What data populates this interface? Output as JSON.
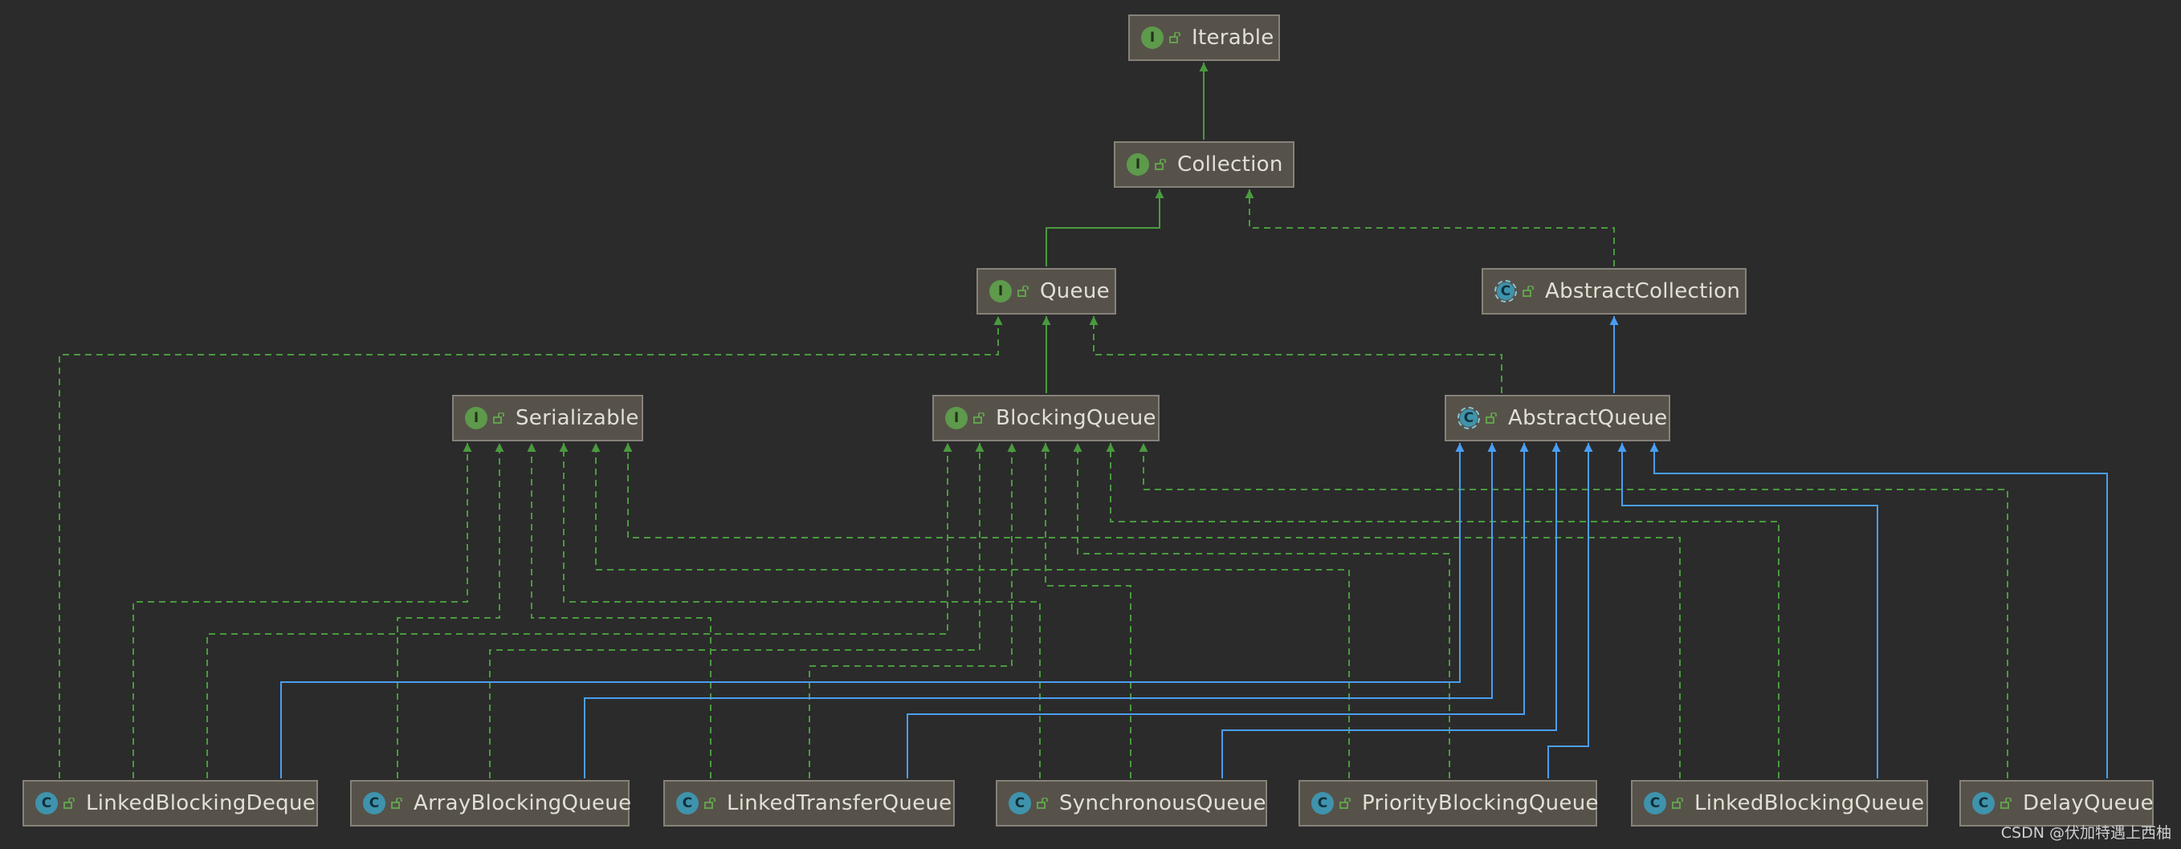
{
  "nodes": {
    "iterable": {
      "label": "Iterable",
      "kind": "I",
      "type": "interface"
    },
    "collection": {
      "label": "Collection",
      "kind": "I",
      "type": "interface"
    },
    "queue": {
      "label": "Queue",
      "kind": "I",
      "type": "interface"
    },
    "abstract_collection": {
      "label": "AbstractCollection",
      "kind": "C",
      "type": "abstract-class"
    },
    "serializable": {
      "label": "Serializable",
      "kind": "I",
      "type": "interface"
    },
    "blocking_queue": {
      "label": "BlockingQueue",
      "kind": "I",
      "type": "interface"
    },
    "abstract_queue": {
      "label": "AbstractQueue",
      "kind": "C",
      "type": "abstract-class"
    },
    "linked_blocking_deque": {
      "label": "LinkedBlockingDeque",
      "kind": "C",
      "type": "class"
    },
    "array_blocking_queue": {
      "label": "ArrayBlockingQueue",
      "kind": "C",
      "type": "class"
    },
    "linked_transfer_queue": {
      "label": "LinkedTransferQueue",
      "kind": "C",
      "type": "class"
    },
    "synchronous_queue": {
      "label": "SynchronousQueue",
      "kind": "C",
      "type": "class"
    },
    "priority_blocking_queue": {
      "label": "PriorityBlockingQueue",
      "kind": "C",
      "type": "class"
    },
    "linked_blocking_queue": {
      "label": "LinkedBlockingQueue",
      "kind": "C",
      "type": "class"
    },
    "delay_queue": {
      "label": "DelayQueue",
      "kind": "C",
      "type": "class"
    }
  },
  "edges": [
    {
      "from": "collection",
      "to": "iterable",
      "relation": "extends"
    },
    {
      "from": "queue",
      "to": "collection",
      "relation": "extends"
    },
    {
      "from": "abstract_collection",
      "to": "collection",
      "relation": "implements"
    },
    {
      "from": "blocking_queue",
      "to": "queue",
      "relation": "extends"
    },
    {
      "from": "abstract_queue",
      "to": "queue",
      "relation": "implements"
    },
    {
      "from": "abstract_queue",
      "to": "abstract_collection",
      "relation": "extends"
    },
    {
      "from": "linked_blocking_deque",
      "to": "queue",
      "relation": "implements"
    },
    {
      "from": "linked_blocking_deque",
      "to": "serializable",
      "relation": "implements"
    },
    {
      "from": "linked_blocking_deque",
      "to": "blocking_queue",
      "relation": "implements"
    },
    {
      "from": "linked_blocking_deque",
      "to": "abstract_queue",
      "relation": "extends"
    },
    {
      "from": "array_blocking_queue",
      "to": "serializable",
      "relation": "implements"
    },
    {
      "from": "array_blocking_queue",
      "to": "blocking_queue",
      "relation": "implements"
    },
    {
      "from": "array_blocking_queue",
      "to": "abstract_queue",
      "relation": "extends"
    },
    {
      "from": "linked_transfer_queue",
      "to": "serializable",
      "relation": "implements"
    },
    {
      "from": "linked_transfer_queue",
      "to": "blocking_queue",
      "relation": "implements"
    },
    {
      "from": "linked_transfer_queue",
      "to": "abstract_queue",
      "relation": "extends"
    },
    {
      "from": "synchronous_queue",
      "to": "serializable",
      "relation": "implements"
    },
    {
      "from": "synchronous_queue",
      "to": "blocking_queue",
      "relation": "implements"
    },
    {
      "from": "synchronous_queue",
      "to": "abstract_queue",
      "relation": "extends"
    },
    {
      "from": "priority_blocking_queue",
      "to": "serializable",
      "relation": "implements"
    },
    {
      "from": "priority_blocking_queue",
      "to": "blocking_queue",
      "relation": "implements"
    },
    {
      "from": "priority_blocking_queue",
      "to": "abstract_queue",
      "relation": "extends"
    },
    {
      "from": "linked_blocking_queue",
      "to": "serializable",
      "relation": "implements"
    },
    {
      "from": "linked_blocking_queue",
      "to": "blocking_queue",
      "relation": "implements"
    },
    {
      "from": "linked_blocking_queue",
      "to": "abstract_queue",
      "relation": "extends"
    },
    {
      "from": "delay_queue",
      "to": "blocking_queue",
      "relation": "implements"
    },
    {
      "from": "delay_queue",
      "to": "abstract_queue",
      "relation": "extends"
    }
  ],
  "colors": {
    "background": "#2b2b2b",
    "node_fill": "#56524a",
    "node_border": "#86827a",
    "interface_edge": "#4a9a3f",
    "class_edge": "#4a9ef2",
    "interface_badge": "#5e9a4b",
    "class_badge": "#3f93ac",
    "lock_icon": "#63a14d"
  },
  "watermark": "CSDN @伏加特遇上西柚"
}
